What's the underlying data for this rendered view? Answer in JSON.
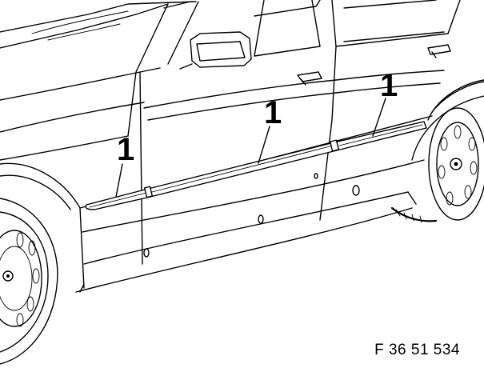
{
  "figure": {
    "callouts": [
      {
        "id": "left",
        "label": "1"
      },
      {
        "id": "middle",
        "label": "1"
      },
      {
        "id": "right",
        "label": "1"
      }
    ],
    "part_name": "side-protective-moulding",
    "figure_code": "F 36 51 534"
  }
}
